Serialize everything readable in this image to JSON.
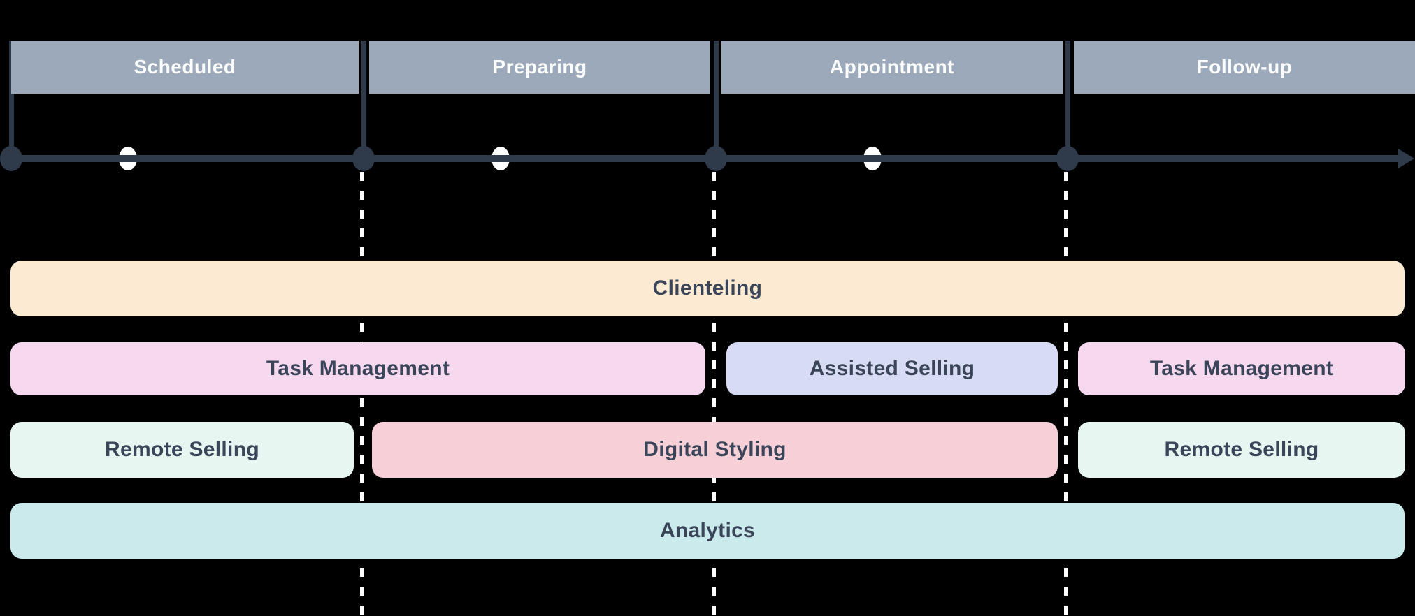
{
  "phases": [
    {
      "label": "Scheduled"
    },
    {
      "label": "Preparing"
    },
    {
      "label": "Appointment"
    },
    {
      "label": "Follow-up"
    }
  ],
  "timeline": {
    "boundary_markers": 4,
    "mid_phase_markers": 3,
    "direction": "left-to-right-arrow"
  },
  "capability_rows": [
    {
      "bars": [
        {
          "label": "Clienteling",
          "color": "#FCEBD2",
          "spans": [
            "Scheduled",
            "Preparing",
            "Appointment",
            "Follow-up"
          ]
        }
      ]
    },
    {
      "bars": [
        {
          "label": "Task Management",
          "color": "#F7D9EF",
          "spans": [
            "Scheduled",
            "Preparing"
          ]
        },
        {
          "label": "Assisted Selling",
          "color": "#D7DCF4",
          "spans": [
            "Appointment"
          ]
        },
        {
          "label": "Task Management",
          "color": "#F7D9EF",
          "spans": [
            "Follow-up"
          ]
        }
      ]
    },
    {
      "bars": [
        {
          "label": "Remote Selling",
          "color": "#E8F6F1",
          "spans": [
            "Scheduled"
          ]
        },
        {
          "label": "Digital Styling",
          "color": "#F6D0D6",
          "spans": [
            "Preparing",
            "Appointment"
          ]
        },
        {
          "label": "Remote Selling",
          "color": "#E8F6F1",
          "spans": [
            "Follow-up"
          ]
        }
      ]
    },
    {
      "bars": [
        {
          "label": "Analytics",
          "color": "#CBEAEC",
          "spans": [
            "Scheduled",
            "Preparing",
            "Appointment",
            "Follow-up"
          ]
        }
      ]
    }
  ],
  "colors": {
    "background": "#000000",
    "phase_header_bg": "#9CA9BA",
    "phase_header_text": "#FCFDFD",
    "timeline_navy": "#2F3A4B",
    "bar_text_ink": "#3B4559",
    "guide_dash_white": "#FFFFFF"
  }
}
